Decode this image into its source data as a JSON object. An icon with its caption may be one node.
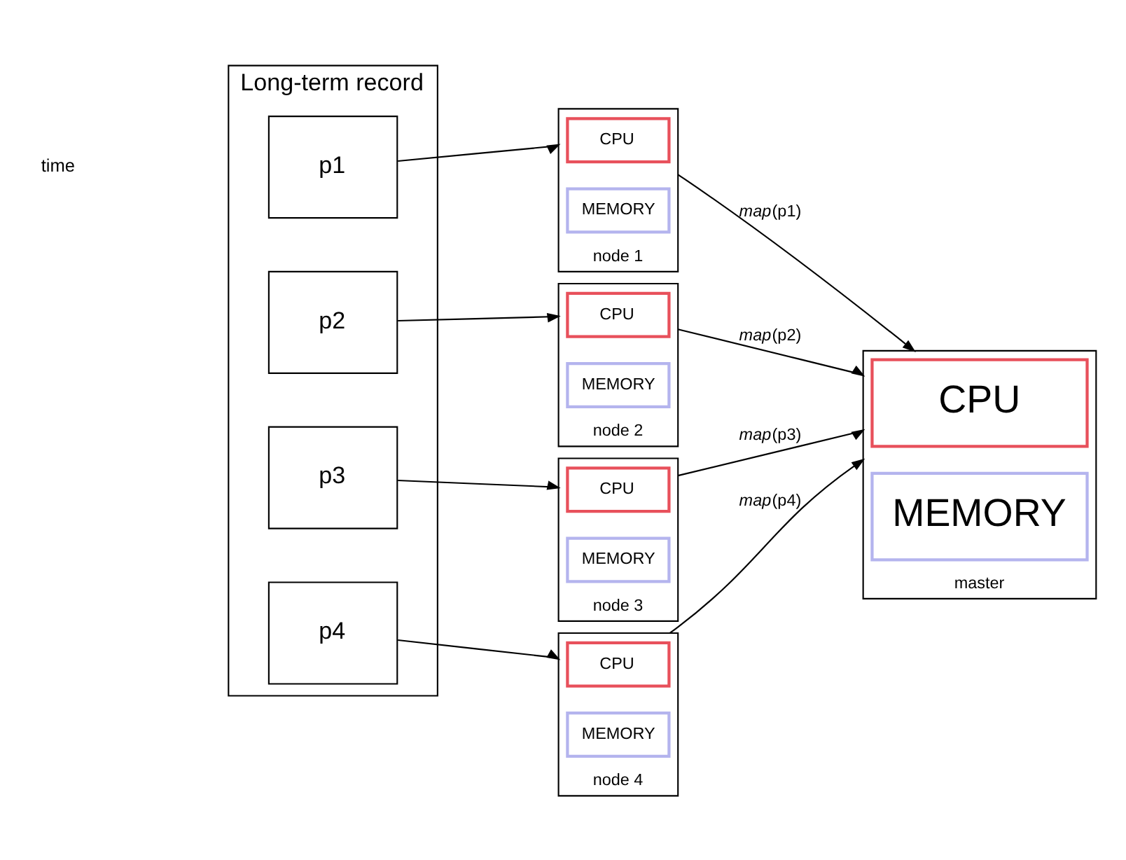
{
  "diagram": {
    "nodes": [
      {
        "text": [
          "Long-term record"
        ]
      },
      {
        "text": [
          "p1"
        ],
        "in": 0
      },
      {
        "text": [
          "p2"
        ],
        "in": 0
      },
      {
        "text": [
          "p3"
        ],
        "in": 0
      },
      {
        "text": [
          "p4"
        ],
        "in": 0
      },
      {
        "text": [
          "node 1"
        ]
      },
      {
        "text": [
          "CPU"
        ],
        "in": 5
      },
      {
        "text": [
          "MEMORY"
        ],
        "in": 5
      },
      {
        "text": [
          "node 2"
        ]
      },
      {
        "text": [
          "CPU"
        ],
        "in": 8
      },
      {
        "text": [
          "MEMORY"
        ],
        "in": 8
      },
      {
        "text": [
          "node 3"
        ]
      },
      {
        "text": [
          "CPU"
        ],
        "in": 11
      },
      {
        "text": [
          "MEMORY"
        ],
        "in": 11
      },
      {
        "text": [
          "node 4"
        ]
      },
      {
        "text": [
          "CPU"
        ],
        "in": 14
      },
      {
        "text": [
          "MEMORY"
        ],
        "in": 14
      },
      {
        "text": [
          "master"
        ]
      },
      {
        "text": [
          "CPU"
        ],
        "in": 17
      },
      {
        "text": [
          "MEMORY"
        ],
        "in": 17
      }
    ],
    "edges": [
      {
        "from": 1,
        "to": 5,
        "arrow": "to"
      },
      {
        "from": 2,
        "to": 8,
        "arrow": "to"
      },
      {
        "from": 3,
        "to": 11,
        "arrow": "to"
      },
      {
        "from": 4,
        "to": 14,
        "arrow": "to"
      },
      {
        "from": 5,
        "to": 17,
        "arrow": "to",
        "label": "*map*(p1)"
      },
      {
        "from": 8,
        "to": 17,
        "arrow": "to",
        "label": "*map*(p2)"
      },
      {
        "from": 11,
        "to": 17,
        "arrow": "to",
        "label": "*map*(p3)"
      },
      {
        "from": 14,
        "to": 17,
        "arrow": "to",
        "label": "*map*(p4)"
      }
    ],
    "labels": [
      "time"
    ]
  }
}
